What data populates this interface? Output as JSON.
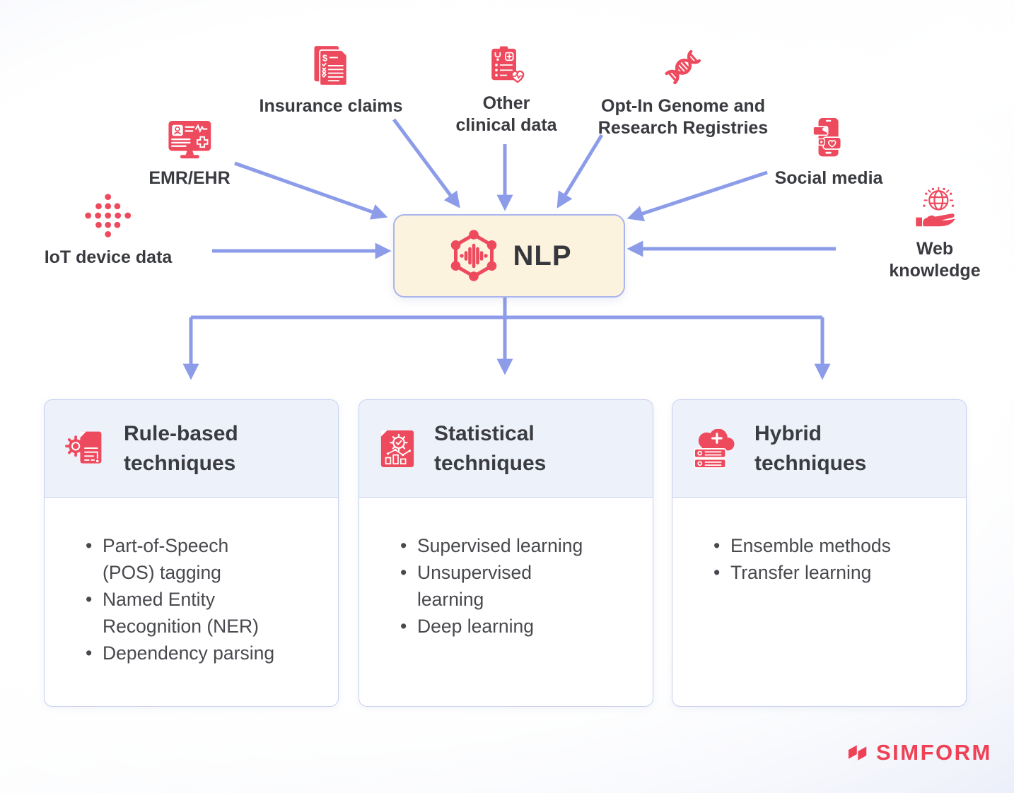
{
  "sources": [
    {
      "label": "Insurance claims",
      "icon": "insurance-claims-document-icon"
    },
    {
      "label": "Other\nclinical data",
      "icon": "clinical-clipboard-heart-icon"
    },
    {
      "label": "Opt-In Genome and\nResearch Registries",
      "icon": "dna-icon"
    },
    {
      "label": "EMR/EHR",
      "icon": "emr-monitor-icon"
    },
    {
      "label": "Social media",
      "icon": "social-media-phone-icon"
    },
    {
      "label": "IoT device data",
      "icon": "iot-dots-icon"
    },
    {
      "label": "Web\nknowledge",
      "icon": "web-globe-hand-icon"
    }
  ],
  "hub": {
    "label": "NLP",
    "icon": "nlp-network-icon"
  },
  "cards": [
    {
      "title": "Rule-based\ntechniques",
      "icon": "gear-document-icon",
      "items": [
        "Part-of-Speech\n(POS) tagging",
        "Named Entity\nRecognition (NER)",
        "Dependency parsing"
      ]
    },
    {
      "title": "Statistical\ntechniques",
      "icon": "gear-chart-document-icon",
      "items": [
        "Supervised learning",
        "Unsupervised\nlearning",
        "Deep learning"
      ]
    },
    {
      "title": "Hybrid\ntechniques",
      "icon": "cloud-server-icon",
      "items": [
        "Ensemble methods",
        "Transfer learning"
      ]
    }
  ],
  "branding": {
    "logo_text": "SIMFORM"
  },
  "colors": {
    "icon_red": "#EE4A5E",
    "logo_red": "#EF4155",
    "arrow_blue": "#8C9CE9",
    "hub_fill": "#FCF3DE",
    "hub_border": "#A9B5EC",
    "card_header_bg": "#EDF1FA",
    "card_border": "#C6CFF0",
    "title_text": "#3B3C41",
    "body_text": "#48494E"
  }
}
